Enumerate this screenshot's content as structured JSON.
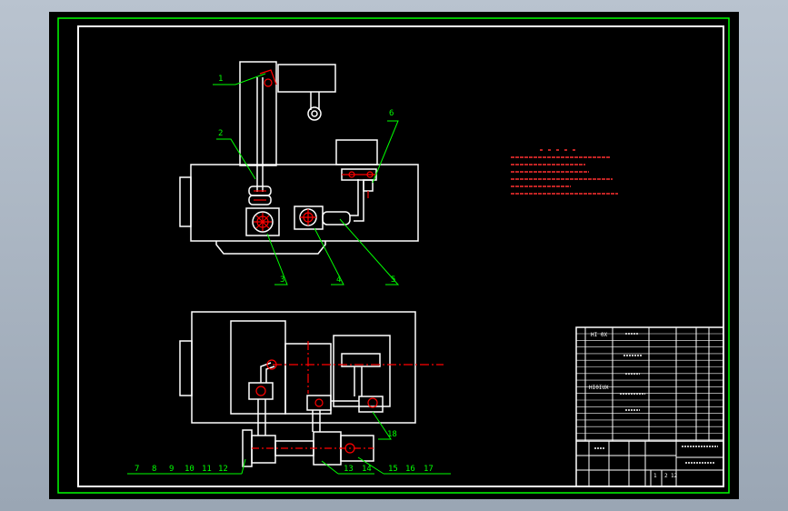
{
  "canvas": {
    "background": "#000000",
    "frame_color": "#00ff00",
    "border_color": "#ffffff"
  },
  "colors": {
    "line": "#ffffff",
    "pipe_accent": "#ff0000",
    "leader": "#00ff00",
    "notes_text": "#ff3030"
  },
  "callouts": {
    "top": [
      "1",
      "2",
      "3",
      "4",
      "5",
      "6"
    ],
    "bottom": [
      "7",
      "8",
      "9",
      "10",
      "11",
      "12",
      "13",
      "14",
      "15",
      "16",
      "17",
      "18"
    ]
  },
  "title_block": {
    "left_marks": [
      "HI 0X",
      "HI0IUX"
    ],
    "bottom_digits": [
      "1",
      "2",
      "12"
    ]
  }
}
